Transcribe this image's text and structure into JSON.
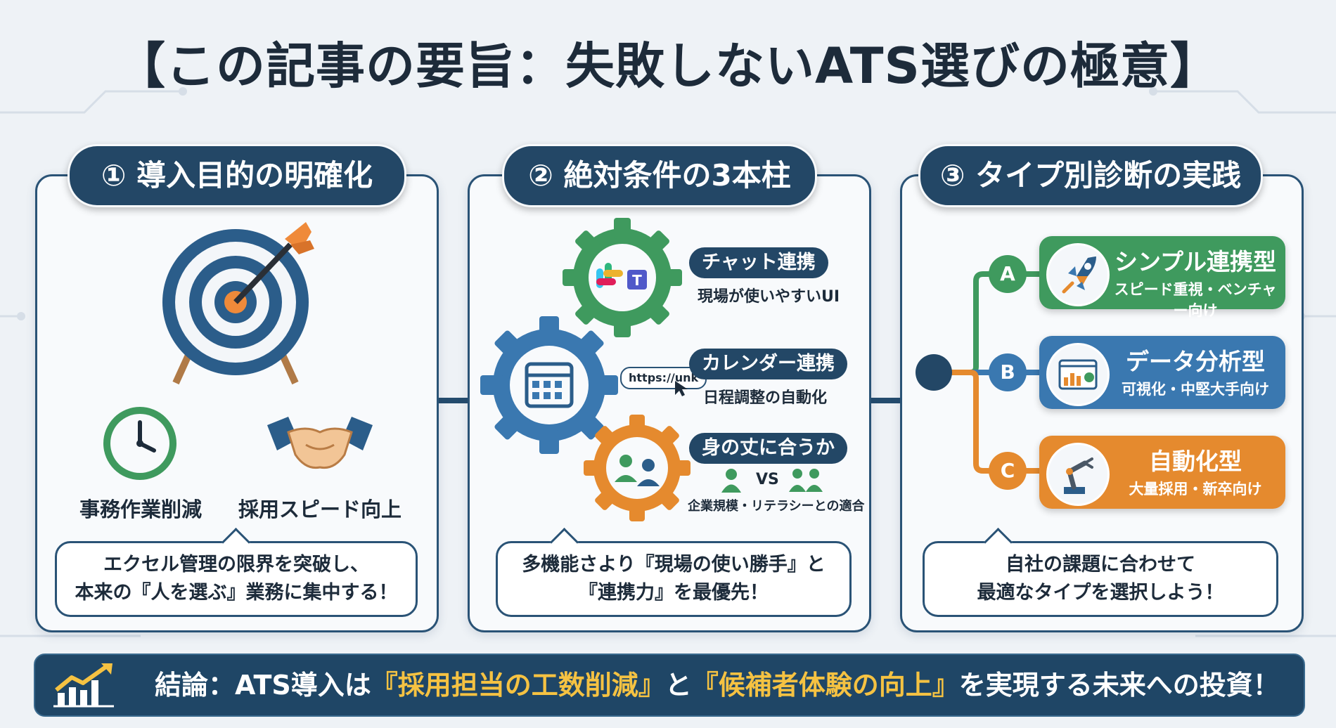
{
  "title": "【この記事の要旨：失敗しないATS選びの極意】",
  "panels": [
    {
      "heading": "① 導入目的の明確化",
      "labels": [
        "事務作業削減",
        "採用スピード向上"
      ],
      "bubble": [
        "エクセル管理の限界を突破し、",
        "本来の『人を選ぶ』業務に集中する！"
      ]
    },
    {
      "heading": "② 絶対条件の3本柱",
      "gears": [
        {
          "title": "チャット連携",
          "sub": "現場が使いやすいUI",
          "color": "#3f9a5e"
        },
        {
          "title": "カレンダー連携",
          "sub": "日程調整の自動化",
          "color": "#3a78b0"
        },
        {
          "title": "身の丈に合うか",
          "sub": "企業規模・リテラシーとの適合",
          "color": "#e58a2e"
        }
      ],
      "url_text": "https://unk",
      "vs_text": "VS",
      "bubble": [
        "多機能さより『現場の使い勝手』と",
        "『連携力』を最優先！"
      ]
    },
    {
      "heading": "③ タイプ別診断の実践",
      "types": [
        {
          "letter": "A",
          "name": "シンプル連携型",
          "sub": "スピード重視・ベンチャー向け",
          "color": "#3f9a5e"
        },
        {
          "letter": "B",
          "name": "データ分析型",
          "sub": "可視化・中堅大手向け",
          "color": "#3a78b0"
        },
        {
          "letter": "C",
          "name": "自動化型",
          "sub": "大量採用・新卒向け",
          "color": "#e58a2e"
        }
      ],
      "bubble": [
        "自社の課題に合わせて",
        "最適なタイプを選択しよう！"
      ]
    }
  ],
  "conclusion": {
    "prefix": "結論：ATS導入は",
    "highlight1": "『採用担当の工数削減』",
    "middle": "と",
    "highlight2": "『候補者体験の向上』",
    "suffix": "を実現する未来への投資！"
  },
  "colors": {
    "navy": "#234766",
    "green": "#3f9a5e",
    "blue": "#3a78b0",
    "orange": "#e58a2e",
    "gold": "#f5c242"
  }
}
